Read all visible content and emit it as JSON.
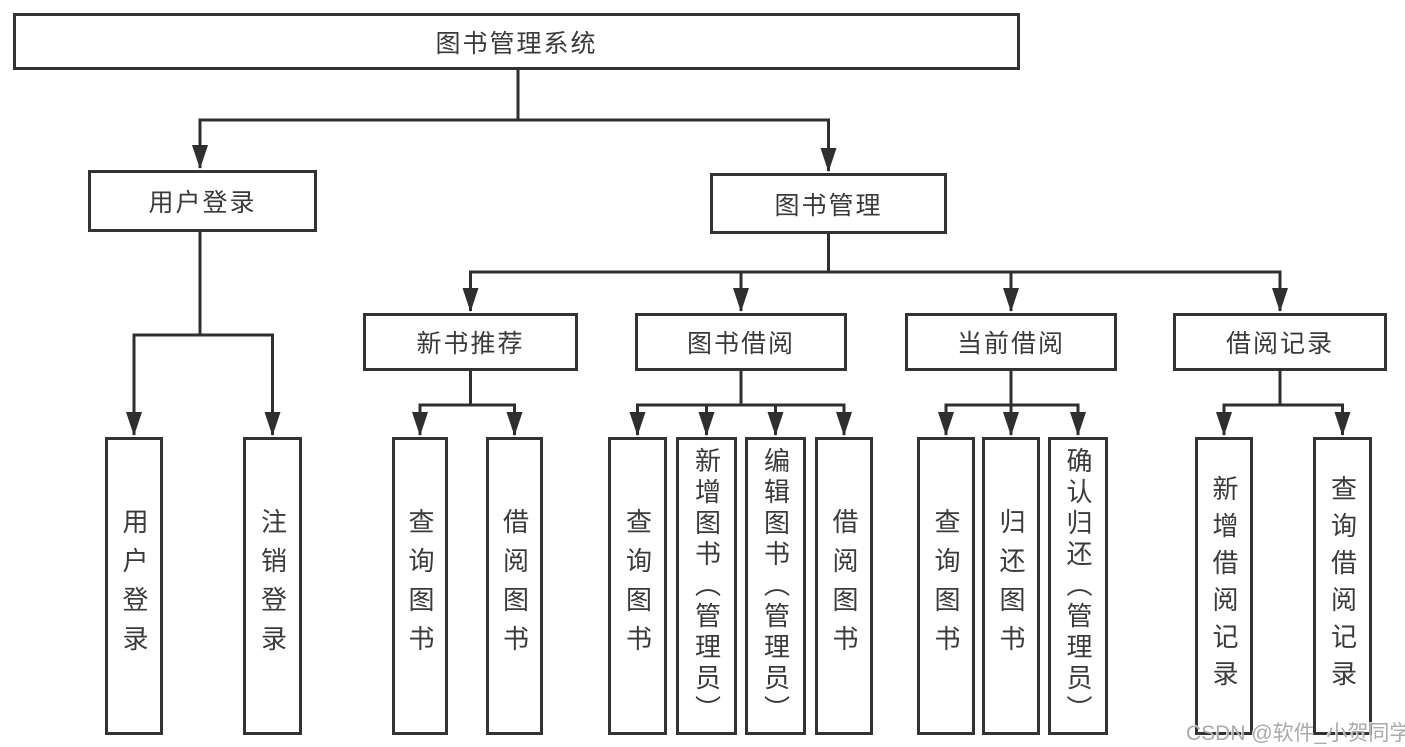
{
  "colors": {
    "line": "#2f2f2f",
    "border": "#333333",
    "text": "#3a3a3a",
    "watermark": "#aaaaaa"
  },
  "tree": {
    "root": "图书管理系统",
    "branches": [
      {
        "label": "用户登录",
        "children": [
          "用户登录",
          "注销登录"
        ]
      },
      {
        "label": "图书管理",
        "children": [
          {
            "label": "新书推荐",
            "children": [
              "查询图书",
              "借阅图书"
            ]
          },
          {
            "label": "图书借阅",
            "children": [
              "查询图书",
              "新增图书（管理员）",
              "编辑图书（管理员）",
              "借阅图书"
            ]
          },
          {
            "label": "当前借阅",
            "children": [
              "查询图书",
              "归还图书",
              "确认归还（管理员）"
            ]
          },
          {
            "label": "借阅记录",
            "children": [
              "新增借阅记录",
              "查询借阅记录"
            ]
          }
        ]
      }
    ]
  },
  "watermark": "CSDN @软件_小贺同学"
}
